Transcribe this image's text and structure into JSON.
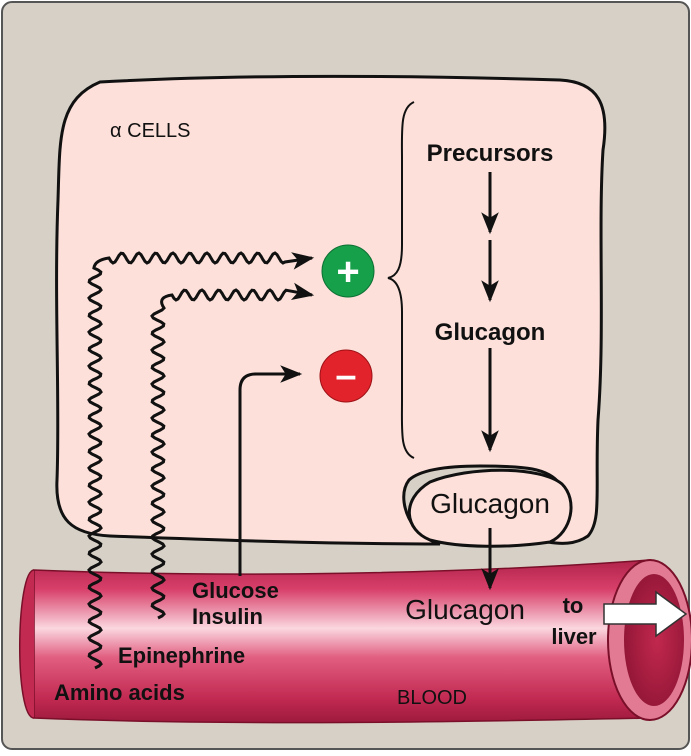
{
  "labels": {
    "alpha_cells": "α CELLS",
    "precursors": "Precursors",
    "glucagon_inner": "Glucagon",
    "glucagon_vesicle": "Glucagon",
    "glucagon_blood": "Glucagon",
    "to": "to",
    "liver": "liver",
    "blood": "BLOOD",
    "glucose": "Glucose",
    "insulin": "Insulin",
    "epinephrine": "Epinephrine",
    "amino_acids": "Amino acids",
    "plus": "+",
    "minus": "–"
  },
  "colors": {
    "background": "#d6d0c6",
    "cell_fill": "#fce0d9",
    "vessel": "#d13a5a",
    "stimulate": "#16a04a",
    "inhibit": "#e2232b"
  }
}
